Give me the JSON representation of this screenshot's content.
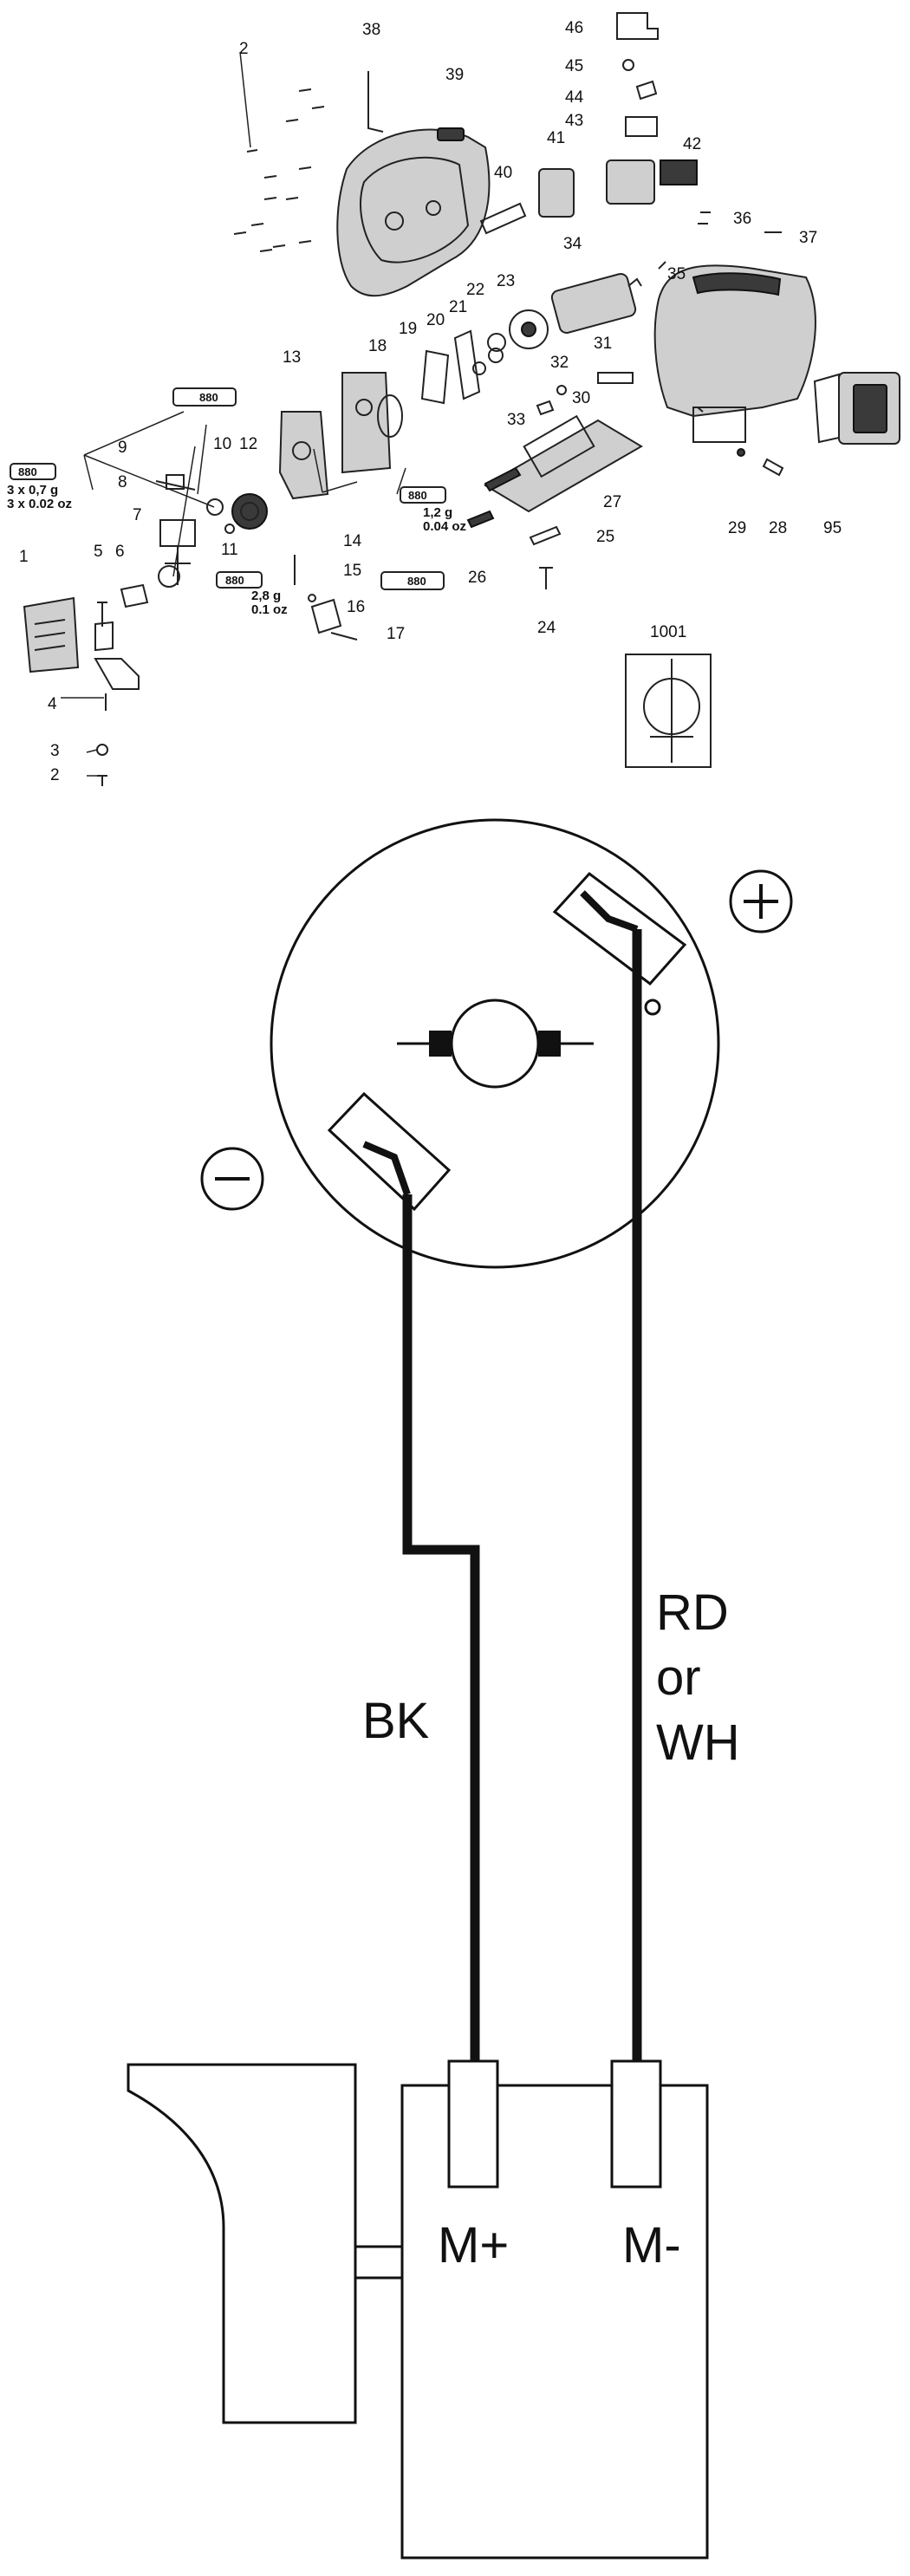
{
  "explodedView": {
    "partNumbers": [
      "1",
      "2",
      "3",
      "4",
      "5",
      "6",
      "7",
      "8",
      "9",
      "10",
      "11",
      "12",
      "13",
      "14",
      "15",
      "16",
      "17",
      "18",
      "19",
      "20",
      "21",
      "22",
      "23",
      "24",
      "25",
      "26",
      "27",
      "28",
      "29",
      "30",
      "31",
      "32",
      "33",
      "34",
      "35",
      "36",
      "37",
      "38",
      "39",
      "40",
      "41",
      "42",
      "43",
      "44",
      "45",
      "46",
      "95",
      "1001"
    ],
    "lastScrewLabel": "2",
    "greaseTube": "880",
    "greaseAmounts": {
      "leftA": "3 x 0,7 g",
      "leftB": "3 x 0.02 oz",
      "midA": "1,2 g",
      "midB": "0.04 oz",
      "lowA": "2,8 g",
      "lowB": "0.1 oz"
    }
  },
  "wiring": {
    "plusSymbol": "+",
    "minusSymbol": "−",
    "wireLeft": "BK",
    "wireRightLines": [
      "RD",
      "or",
      "WH"
    ],
    "terminalLeft": "M+",
    "terminalRight": "M-"
  },
  "colors": {
    "line": "#111111",
    "background": "#ffffff",
    "partFill": "#cfcfcf"
  }
}
